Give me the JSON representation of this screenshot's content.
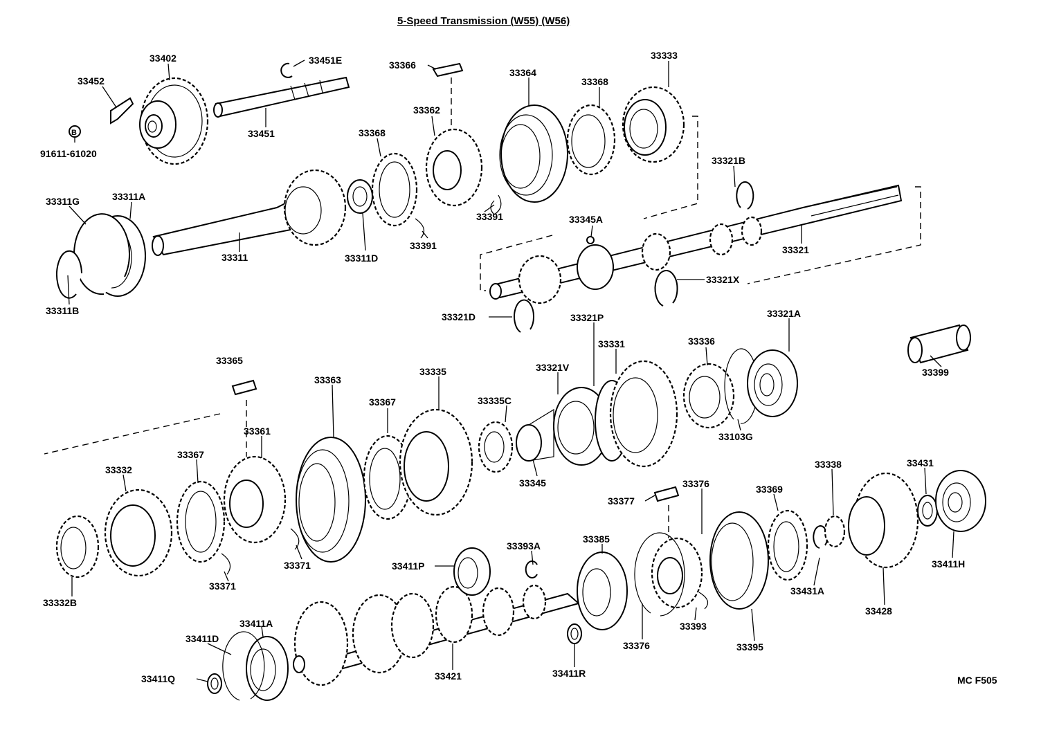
{
  "title": "5-Speed Transmission (W55) (W56)",
  "figure_code": "MC F505",
  "parts": [
    {
      "id": "p33402",
      "label": "33402"
    },
    {
      "id": "p33452",
      "label": "33452"
    },
    {
      "id": "p91611",
      "label": "91611-61020"
    },
    {
      "id": "pB",
      "label": "B"
    },
    {
      "id": "p33451E",
      "label": "33451E"
    },
    {
      "id": "p33451",
      "label": "33451"
    },
    {
      "id": "p33366",
      "label": "33366"
    },
    {
      "id": "p33362",
      "label": "33362"
    },
    {
      "id": "p33364",
      "label": "33364"
    },
    {
      "id": "p33368a",
      "label": "33368"
    },
    {
      "id": "p33333",
      "label": "33333"
    },
    {
      "id": "p33368b",
      "label": "33368"
    },
    {
      "id": "p33321B",
      "label": "33321B"
    },
    {
      "id": "p33311G",
      "label": "33311G"
    },
    {
      "id": "p33311A",
      "label": "33311A"
    },
    {
      "id": "p33311",
      "label": "33311"
    },
    {
      "id": "p33311D",
      "label": "33311D"
    },
    {
      "id": "p33391a",
      "label": "33391"
    },
    {
      "id": "p33391b",
      "label": "33391"
    },
    {
      "id": "p33345A",
      "label": "33345A"
    },
    {
      "id": "p33321",
      "label": "33321"
    },
    {
      "id": "p33311B",
      "label": "33311B"
    },
    {
      "id": "p33321X",
      "label": "33321X"
    },
    {
      "id": "p33321D",
      "label": "33321D"
    },
    {
      "id": "p33321P",
      "label": "33321P"
    },
    {
      "id": "p33321A",
      "label": "33321A"
    },
    {
      "id": "p33365",
      "label": "33365"
    },
    {
      "id": "p33363",
      "label": "33363"
    },
    {
      "id": "p33335",
      "label": "33335"
    },
    {
      "id": "p33331",
      "label": "33331"
    },
    {
      "id": "p33336",
      "label": "33336"
    },
    {
      "id": "p33399",
      "label": "33399"
    },
    {
      "id": "p33321V",
      "label": "33321V"
    },
    {
      "id": "p33367a",
      "label": "33367"
    },
    {
      "id": "p33335C",
      "label": "33335C"
    },
    {
      "id": "p33103G",
      "label": "33103G"
    },
    {
      "id": "p33361",
      "label": "33361"
    },
    {
      "id": "p33367b",
      "label": "33367"
    },
    {
      "id": "p33332",
      "label": "33332"
    },
    {
      "id": "p33345",
      "label": "33345"
    },
    {
      "id": "p33338",
      "label": "33338"
    },
    {
      "id": "p33431",
      "label": "33431"
    },
    {
      "id": "p33376a",
      "label": "33376"
    },
    {
      "id": "p33377",
      "label": "33377"
    },
    {
      "id": "p33369",
      "label": "33369"
    },
    {
      "id": "p33371a",
      "label": "33371"
    },
    {
      "id": "p33385",
      "label": "33385"
    },
    {
      "id": "p33393A",
      "label": "33393A"
    },
    {
      "id": "p33411P",
      "label": "33411P"
    },
    {
      "id": "p33411H",
      "label": "33411H"
    },
    {
      "id": "p33371b",
      "label": "33371"
    },
    {
      "id": "p33431A",
      "label": "33431A"
    },
    {
      "id": "p33332B",
      "label": "33332B"
    },
    {
      "id": "p33428",
      "label": "33428"
    },
    {
      "id": "p33411A",
      "label": "33411A"
    },
    {
      "id": "p33393",
      "label": "33393"
    },
    {
      "id": "p33411D",
      "label": "33411D"
    },
    {
      "id": "p33376b",
      "label": "33376"
    },
    {
      "id": "p33395",
      "label": "33395"
    },
    {
      "id": "p33421",
      "label": "33421"
    },
    {
      "id": "p33411Q",
      "label": "33411Q"
    },
    {
      "id": "p33411R",
      "label": "33411R"
    }
  ]
}
